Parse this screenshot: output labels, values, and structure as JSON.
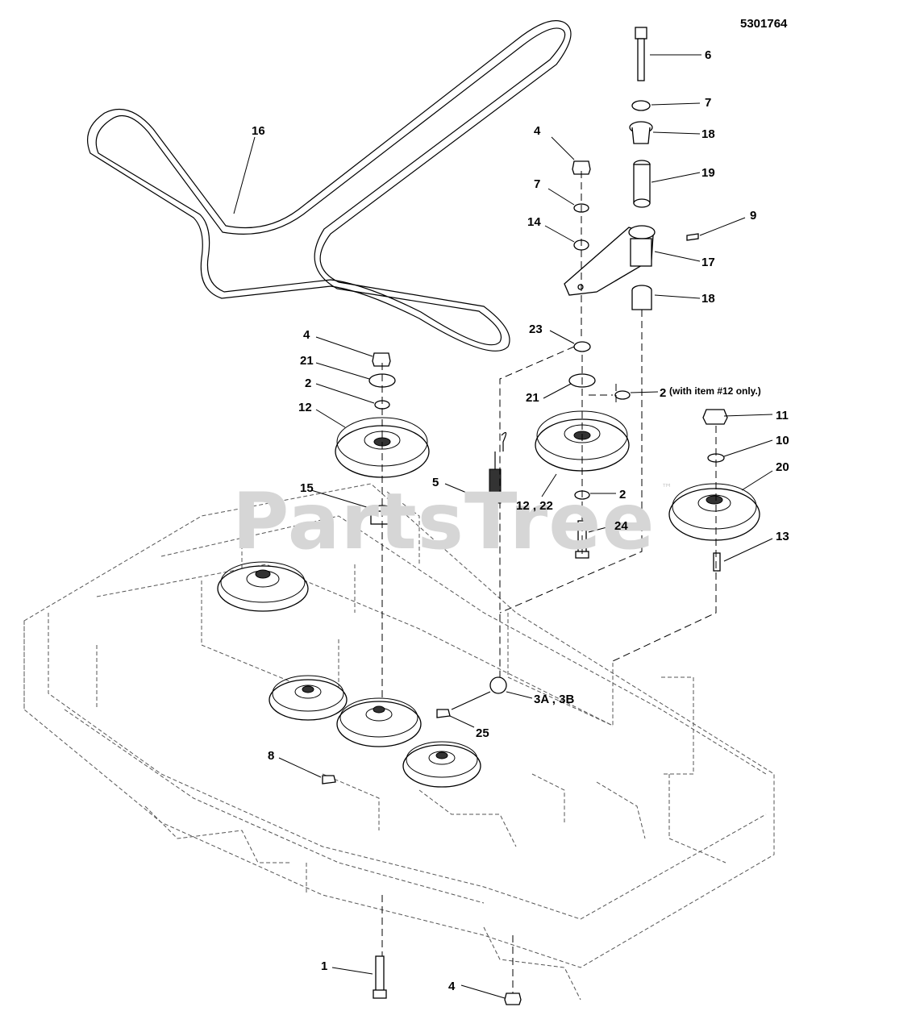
{
  "diagram": {
    "part_number": "5301764",
    "watermark": "PartsTree",
    "trademark": "™",
    "note_with_item_12": "(with item #12 only.)",
    "callouts": [
      {
        "id": "c6",
        "text": "6"
      },
      {
        "id": "c7a",
        "text": "7"
      },
      {
        "id": "c18a",
        "text": "18"
      },
      {
        "id": "c19",
        "text": "19"
      },
      {
        "id": "c9",
        "text": "9"
      },
      {
        "id": "c17",
        "text": "17"
      },
      {
        "id": "c18b",
        "text": "18"
      },
      {
        "id": "c4a",
        "text": "4"
      },
      {
        "id": "c7b",
        "text": "7"
      },
      {
        "id": "c14",
        "text": "14"
      },
      {
        "id": "c16",
        "text": "16"
      },
      {
        "id": "c23",
        "text": "23"
      },
      {
        "id": "c21a",
        "text": "21"
      },
      {
        "id": "c2a",
        "text": "2"
      },
      {
        "id": "c4b",
        "text": "4"
      },
      {
        "id": "c21b",
        "text": "21"
      },
      {
        "id": "c2b",
        "text": "2"
      },
      {
        "id": "c12",
        "text": "12"
      },
      {
        "id": "c11",
        "text": "11"
      },
      {
        "id": "c10",
        "text": "10"
      },
      {
        "id": "c20",
        "text": "20"
      },
      {
        "id": "c15",
        "text": "15"
      },
      {
        "id": "c5",
        "text": "5"
      },
      {
        "id": "c1222",
        "text": "12 , 22"
      },
      {
        "id": "c2c",
        "text": "2"
      },
      {
        "id": "c24",
        "text": "24"
      },
      {
        "id": "c13",
        "text": "13"
      },
      {
        "id": "c3a3b",
        "text": "3A , 3B"
      },
      {
        "id": "c25",
        "text": "25"
      },
      {
        "id": "c8",
        "text": "8"
      },
      {
        "id": "c1",
        "text": "1"
      },
      {
        "id": "c4c",
        "text": "4"
      }
    ]
  }
}
